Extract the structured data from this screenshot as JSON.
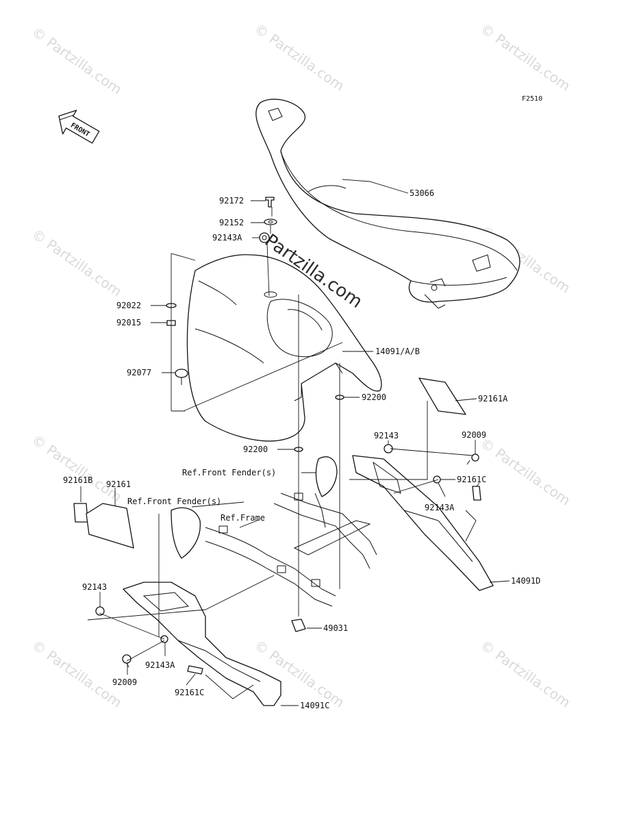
{
  "diagram": {
    "code": "F2510",
    "front_label": "FRONT",
    "watermark_text": "© Partzilla.com",
    "center_watermark": "Partzilla.com",
    "labels": [
      {
        "id": "53066",
        "text": "53066"
      },
      {
        "id": "92172",
        "text": "92172"
      },
      {
        "id": "92152",
        "text": "92152"
      },
      {
        "id": "92143A_top",
        "text": "92143A"
      },
      {
        "id": "92022",
        "text": "92022"
      },
      {
        "id": "92015",
        "text": "92015"
      },
      {
        "id": "14091AB",
        "text": "14091/A/B"
      },
      {
        "id": "92077",
        "text": "92077"
      },
      {
        "id": "92200_r",
        "text": "92200"
      },
      {
        "id": "92161A",
        "text": "92161A"
      },
      {
        "id": "92143_r",
        "text": "92143"
      },
      {
        "id": "92009_r",
        "text": "92009"
      },
      {
        "id": "92200_c",
        "text": "92200"
      },
      {
        "id": "ref_ff_1",
        "text": "Ref.Front Fender(s)"
      },
      {
        "id": "92161C_r",
        "text": "92161C"
      },
      {
        "id": "92161B",
        "text": "92161B"
      },
      {
        "id": "92161",
        "text": "92161"
      },
      {
        "id": "ref_ff_2",
        "text": "Ref.Front Fender(s)"
      },
      {
        "id": "92143A_r",
        "text": "92143A"
      },
      {
        "id": "ref_frame",
        "text": "Ref.Frame"
      },
      {
        "id": "14091D",
        "text": "14091D"
      },
      {
        "id": "92143_l",
        "text": "92143"
      },
      {
        "id": "49031",
        "text": "49031"
      },
      {
        "id": "92143A_l",
        "text": "92143A"
      },
      {
        "id": "92009_l",
        "text": "92009"
      },
      {
        "id": "92161C_l",
        "text": "92161C"
      },
      {
        "id": "14091C",
        "text": "14091C"
      }
    ]
  }
}
